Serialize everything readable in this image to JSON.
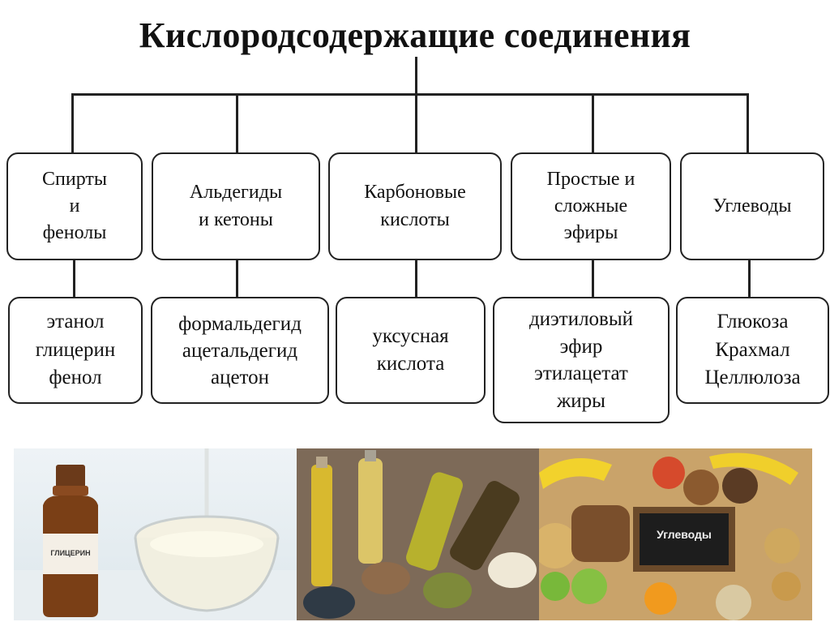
{
  "title": "Кислородсодержащие соединения",
  "categories": [
    {
      "lines": [
        "Спирты",
        "и",
        "фенолы"
      ],
      "examples": [
        "этанол",
        "глицерин",
        "фенол"
      ]
    },
    {
      "lines": [
        "Альдегиды",
        "и кетоны"
      ],
      "examples": [
        "формальдегид",
        "ацетальдегид",
        "ацетон"
      ]
    },
    {
      "lines": [
        "Карбоновые",
        "кислоты"
      ],
      "examples": [
        "уксусная",
        "кислота"
      ]
    },
    {
      "lines": [
        "Простые и",
        "сложные",
        "эфиры"
      ],
      "examples": [
        "диэтиловый",
        "эфир",
        "этилацетат",
        "жиры"
      ]
    },
    {
      "lines": [
        "Углеводы"
      ],
      "examples": [
        "Глюкоза",
        "Крахмал",
        "Целлюлоза"
      ]
    }
  ],
  "photos": {
    "glycerin_label": "ГЛИЦЕРИН",
    "carbs_sign": "Углеводы"
  }
}
